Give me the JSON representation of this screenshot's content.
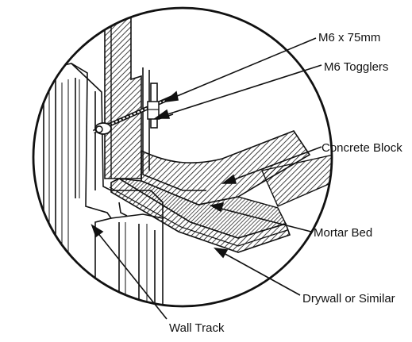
{
  "labels": {
    "m6_bolt": "M6 x 75mm",
    "m6_togglers": "M6 Togglers",
    "concrete_block": "Concrete Block",
    "mortar_bed": "Mortar Bed",
    "drywall": "Drywall or Similar",
    "wall_track": "Wall Track"
  },
  "colors": {
    "ink": "#111111",
    "background": "#ffffff"
  }
}
